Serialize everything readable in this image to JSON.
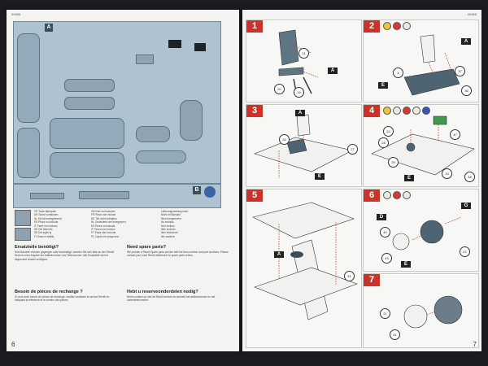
{
  "left_page": {
    "product_code": "00965",
    "page_number": "6",
    "sprue_labels": [
      "A",
      "B"
    ],
    "sprue_color_legend": [
      "FR Toute fabriquée",
      "DE Sonst vorhanden",
      "NL Kit niet meegeleverd",
      "ES Pieza no incluida",
      "IT Parte non inclusa",
      "DK Del ikke inkl.",
      "SE Del ingår ej",
      "FI Osaa ei sisälly"
    ],
    "legend_col2": [
      "GB Part not included",
      "FR Pièce non incluse",
      "DE Teil nicht enthalten",
      "NL Onderdeel niet inbegrepen",
      "ES Pieza no incluida",
      "IT Pezzo non incluso",
      "PT Peça não incluída",
      "PL Część nie dołączona"
    ],
    "legend_col3": [
      "Lieferungsumfang nicht",
      "Nicht im Bausatz",
      "Niet meegeleverd",
      "No incluido",
      "Non incluso",
      "Não incluído",
      "Ikke inkluderet",
      "Nie zawiera"
    ],
    "articles": [
      {
        "title": "Ersatzteile benötigt?",
        "body": "Sind Bauteile verloren gegangen oder beschädigt, wenden Sie sich bitte an den Revell Service unter Angabe der Artikelnummer und Teilenummer. Alle Ersatzteile sind in begrenzter Anzahl verfügbar."
      },
      {
        "title": "Besoin de pièces de rechange ?",
        "body": "Si vous avez besoin de pièces de rechange, veuillez contacter le service Revell en indiquant la référence et le numéro des pièces."
      },
      {
        "title": "Need spare parts?",
        "body": "We provide a Revell Spare parts service with the item number and part numbers. Please contact your local Revell distributor for spare parts orders."
      },
      {
        "title": "Hebt u reserveonderdelen nodig?",
        "body": "Neem contact op met de Revell service en vermeld het artikelnummer en het onderdeelnummer."
      }
    ]
  },
  "right_page": {
    "product_code": "00965",
    "page_number": "7",
    "steps": [
      {
        "number": "1",
        "callouts": [
          "21",
          "20",
          "19",
          "A"
        ]
      },
      {
        "number": "2",
        "callouts": [
          "37",
          "4",
          "36",
          "E",
          "A"
        ]
      },
      {
        "number": "3",
        "callouts": [
          "34",
          "27",
          "E",
          "A"
        ]
      },
      {
        "number": "4",
        "callouts": [
          "24",
          "28",
          "47",
          "25",
          "33",
          "38",
          "E"
        ]
      },
      {
        "number": "5",
        "callouts": [
          "31",
          "A"
        ]
      },
      {
        "number": "6",
        "callouts": [
          "40",
          "43",
          "42",
          "G",
          "D",
          "E"
        ]
      },
      {
        "number": "7",
        "callouts": [
          "21",
          "41"
        ]
      }
    ]
  }
}
